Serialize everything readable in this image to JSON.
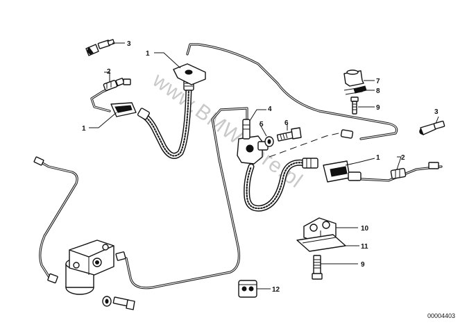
{
  "watermark": "www.BMWstore.pl",
  "document_number": "00004403",
  "callouts": [
    {
      "id": "c1a",
      "label": "3"
    },
    {
      "id": "c1b",
      "label": "1"
    },
    {
      "id": "c1c",
      "label": "2"
    },
    {
      "id": "c1d",
      "label": "1"
    },
    {
      "id": "c1e",
      "label": "4"
    },
    {
      "id": "c1f",
      "label": "5"
    },
    {
      "id": "c1g",
      "label": "6"
    },
    {
      "id": "c1h",
      "label": "7"
    },
    {
      "id": "c1i",
      "label": "8"
    },
    {
      "id": "c1j",
      "label": "9"
    },
    {
      "id": "c1k",
      "label": "3"
    },
    {
      "id": "c1l",
      "label": "1"
    },
    {
      "id": "c1m",
      "label": "2"
    },
    {
      "id": "c1n",
      "label": "10"
    },
    {
      "id": "c1o",
      "label": "11"
    },
    {
      "id": "c1p",
      "label": "9"
    },
    {
      "id": "c1q",
      "label": "12"
    }
  ]
}
